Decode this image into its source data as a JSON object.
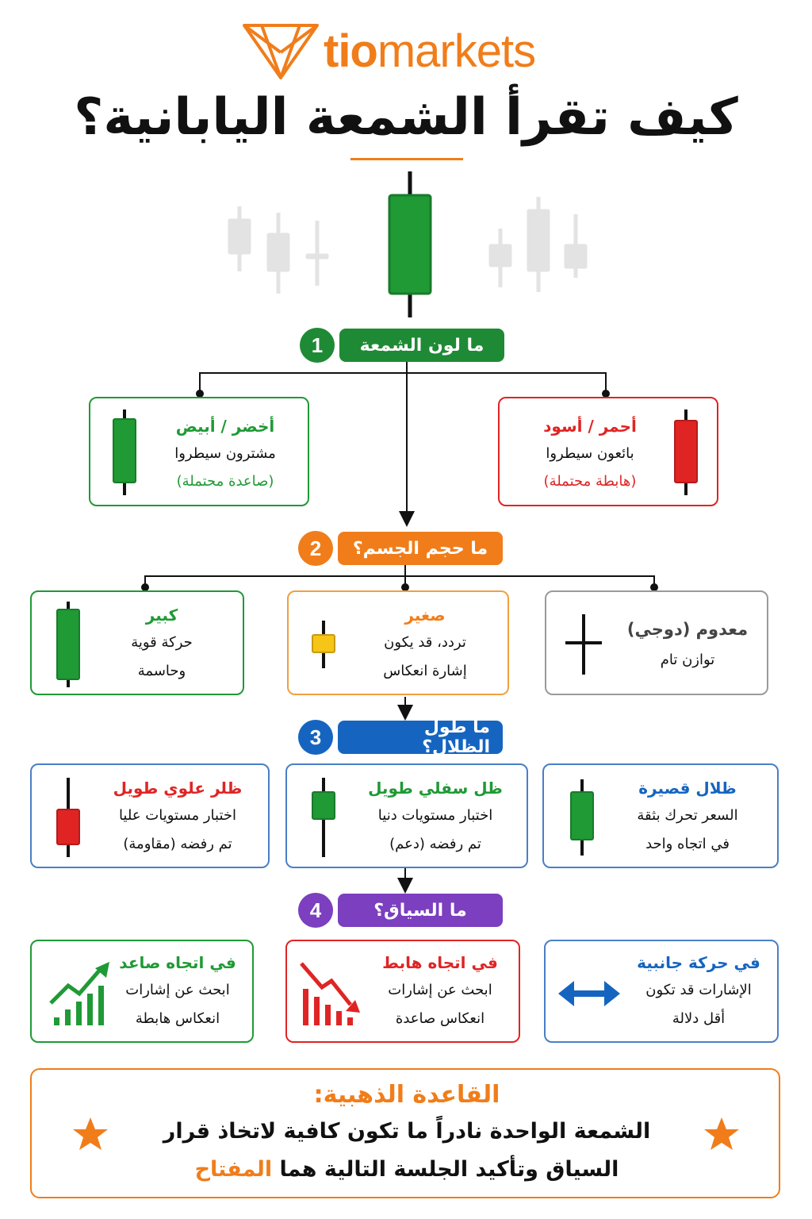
{
  "brand": {
    "name_light": "tio",
    "name_bold": "markets",
    "color": "#f07d1a"
  },
  "title": "كيف تقرأ الشمعة اليابانية؟",
  "colors": {
    "green": "#1f9a35",
    "red": "#e02424",
    "orange": "#f07d1a",
    "blue": "#1565c0",
    "purple": "#7b3fbf",
    "gray": "#d9d9d9"
  },
  "steps": [
    {
      "number": "1",
      "label": "ما لون الشمعة",
      "color": "#1f8a35",
      "cards": [
        {
          "title": "أحمر / أسود",
          "line1": "بائعون سيطروا",
          "line2": "(هابطة محتملة)",
          "color": "#e02424",
          "icon": "red-candle-icon"
        },
        {
          "title": "أخضر / أبيض",
          "line1": "مشترون سيطروا",
          "line2": "(صاعدة محتملة)",
          "color": "#1f9a35",
          "icon": "green-candle-icon"
        }
      ]
    },
    {
      "number": "2",
      "label": "ما حجم الجسم؟",
      "color": "#f07d1a",
      "cards": [
        {
          "title": "معدوم (دوجي)",
          "line1": "توازن تام",
          "color": "#555555",
          "icon": "doji-icon"
        },
        {
          "title": "صغير",
          "line1": "تردد، قد يكون",
          "line2": "إشارة انعكاس",
          "color": "#f07d1a",
          "icon": "small-body-candle-icon"
        },
        {
          "title": "كبير",
          "line1": "حركة قوية",
          "line2": "وحاسمة",
          "color": "#1f9a35",
          "icon": "big-body-candle-icon"
        }
      ]
    },
    {
      "number": "3",
      "label": "ما طول الظلال؟",
      "color": "#1565c0",
      "cards": [
        {
          "title": "ظلال قصيرة",
          "line1": "السعر تحرك بثقة",
          "line2": "في اتجاه واحد",
          "color": "#1565c0",
          "icon": "short-shadow-candle-icon"
        },
        {
          "title": "ظل سفلي طويل",
          "line1": "اختبار مستويات دنيا",
          "line2": "تم رفضه (دعم)",
          "color": "#1f9a35",
          "icon": "long-lower-shadow-candle-icon"
        },
        {
          "title": "ظلر علوي طويل",
          "line1": "اختبار مستويات عليا",
          "line2": "تم رفضه (مقاومة)",
          "color": "#e02424",
          "icon": "long-upper-shadow-candle-icon"
        }
      ]
    },
    {
      "number": "4",
      "label": "ما السياق؟",
      "color": "#7b3fbf",
      "cards": [
        {
          "title": "في حركة جانبية",
          "line1": "الإشارات قد تكون",
          "line2": "أقل دلالة",
          "color": "#1565c0",
          "icon": "sideways-arrow-icon"
        },
        {
          "title": "في اتجاه هابط",
          "line1": "ابحث عن إشارات",
          "line2": "انعكاس صاعدة",
          "color": "#e02424",
          "icon": "downtrend-chart-icon"
        },
        {
          "title": "في اتجاه صاعد",
          "line1": "ابحث عن إشارات",
          "line2": "انعكاس هابطة",
          "color": "#1f9a35",
          "icon": "uptrend-chart-icon"
        }
      ]
    }
  ],
  "golden_rule": {
    "title": "القاعدة الذهبية:",
    "line1": "الشمعة الواحدة نادراً ما تكون كافية لاتخاذ قرار",
    "line2_text": "السياق وتأكيد الجلسة التالية هما",
    "line2_key": "المفتاح",
    "icon": "star-icon"
  }
}
